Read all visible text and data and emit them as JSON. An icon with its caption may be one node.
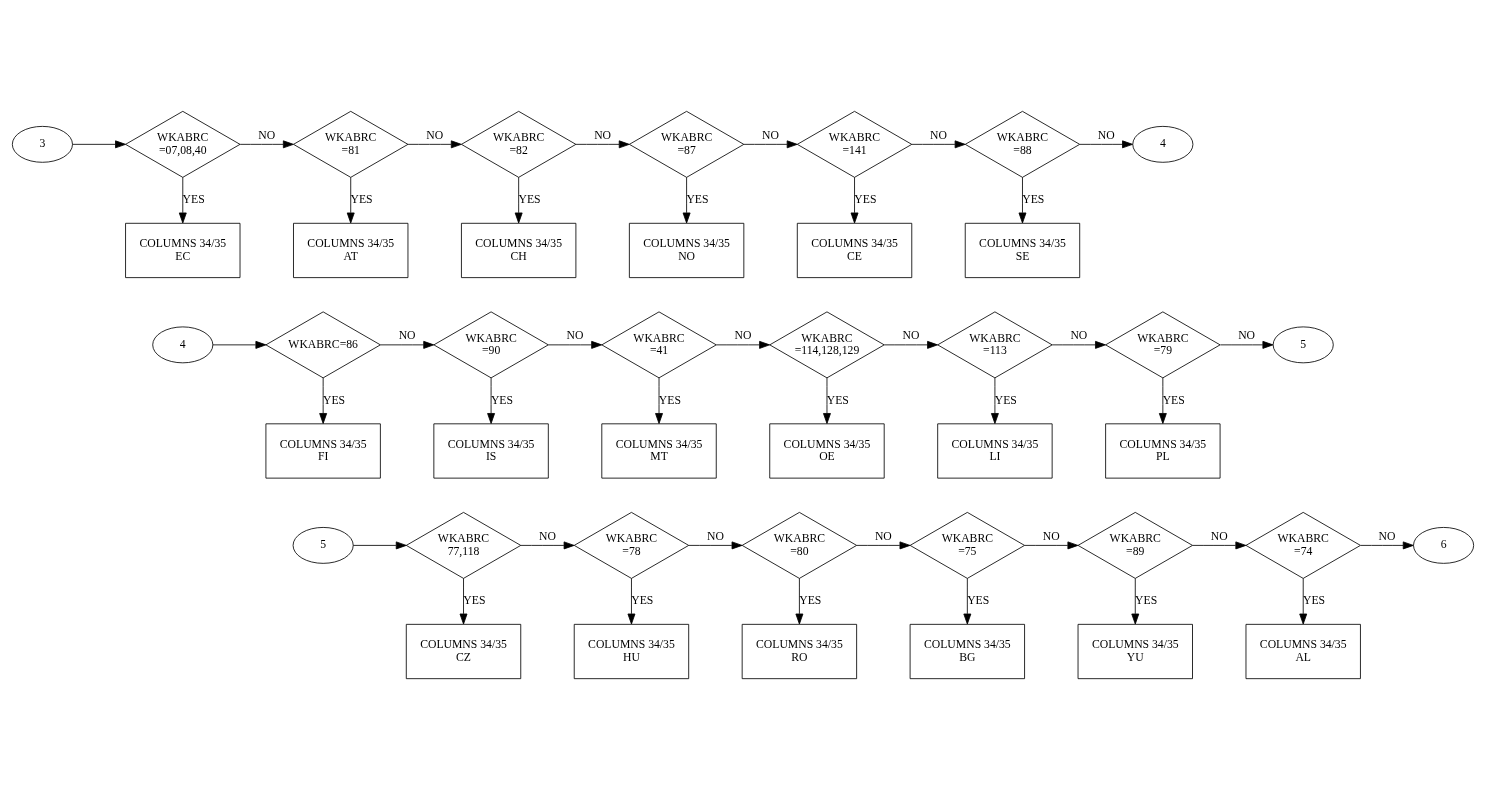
{
  "diagram": {
    "nodes": [
      {
        "text": [
          "3"
        ]
      },
      {
        "text": [
          "WKABRC =07,08,40"
        ]
      },
      {
        "text": [
          "WKABRC =81"
        ]
      },
      {
        "text": [
          "WKABRC =82"
        ]
      },
      {
        "text": [
          "WKABRC =87"
        ]
      },
      {
        "text": [
          "WKABRC =141"
        ]
      },
      {
        "text": [
          "WKABRC =88"
        ]
      },
      {
        "text": [
          "4"
        ]
      },
      {
        "text": [
          "COLUMNS 34/35 EC"
        ]
      },
      {
        "text": [
          "COLUMNS 34/35 AT"
        ]
      },
      {
        "text": [
          "COLUMNS 34/35 CH"
        ]
      },
      {
        "text": [
          "COLUMNS 34/35 NO"
        ]
      },
      {
        "text": [
          "COLUMNS 34/35 CE"
        ]
      },
      {
        "text": [
          "COLUMNS 34/35 SE"
        ]
      },
      {
        "text": [
          "4"
        ]
      },
      {
        "text": [
          "WKABRC=86"
        ]
      },
      {
        "text": [
          "WKABRC =90"
        ]
      },
      {
        "text": [
          "WKABRC =41"
        ]
      },
      {
        "text": [
          "WKABRC =114,128,129"
        ]
      },
      {
        "text": [
          "WKABRC =113"
        ]
      },
      {
        "text": [
          "WKABRC =79"
        ]
      },
      {
        "text": [
          "5"
        ]
      },
      {
        "text": [
          "COLUMNS 34/35 FI"
        ]
      },
      {
        "text": [
          "COLUMNS 34/35 IS"
        ]
      },
      {
        "text": [
          "COLUMNS 34/35 MT"
        ]
      },
      {
        "text": [
          "COLUMNS 34/35 OE"
        ]
      },
      {
        "text": [
          "COLUMNS 34/35 LI"
        ]
      },
      {
        "text": [
          "COLUMNS 34/35 PL"
        ]
      },
      {
        "text": [
          "5"
        ]
      },
      {
        "text": [
          "WKABRC 77,118"
        ]
      },
      {
        "text": [
          "WKABRC =78"
        ]
      },
      {
        "text": [
          "WKABRC =80"
        ]
      },
      {
        "text": [
          "WKABRC =75"
        ]
      },
      {
        "text": [
          "WKABRC =89"
        ]
      },
      {
        "text": [
          "WKABRC =74"
        ]
      },
      {
        "text": [
          "6"
        ]
      },
      {
        "text": [
          "COLUMNS 34/35 CZ"
        ]
      },
      {
        "text": [
          "COLUMNS 34/35 HU"
        ]
      },
      {
        "text": [
          "COLUMNS 34/35 RO"
        ]
      },
      {
        "text": [
          "COLUMNS 34/35 BG"
        ]
      },
      {
        "text": [
          "COLUMNS 34/35 YU"
        ]
      },
      {
        "text": [
          "COLUMNS 34/35 AL"
        ]
      }
    ],
    "edges": [
      {
        "from": 0,
        "to": 1,
        "arrow": "to"
      },
      {
        "from": 1,
        "to": 2,
        "arrow": "to",
        "label": "NO"
      },
      {
        "from": 2,
        "to": 3,
        "arrow": "to",
        "label": "NO"
      },
      {
        "from": 3,
        "to": 4,
        "arrow": "to",
        "label": "NO"
      },
      {
        "from": 4,
        "to": 5,
        "arrow": "to",
        "label": "NO"
      },
      {
        "from": 5,
        "to": 6,
        "arrow": "to",
        "label": "NO"
      },
      {
        "from": 6,
        "to": 7,
        "arrow": "to",
        "label": "NO"
      },
      {
        "from": 1,
        "to": 8,
        "arrow": "to",
        "label": "YES"
      },
      {
        "from": 2,
        "to": 9,
        "arrow": "to",
        "label": "YES"
      },
      {
        "from": 3,
        "to": 10,
        "arrow": "to",
        "label": "YES"
      },
      {
        "from": 4,
        "to": 11,
        "arrow": "to",
        "label": "YES"
      },
      {
        "from": 5,
        "to": 12,
        "arrow": "to",
        "label": "YES"
      },
      {
        "from": 6,
        "to": 13,
        "arrow": "to",
        "label": "YES"
      },
      {
        "from": 14,
        "to": 15,
        "arrow": "to"
      },
      {
        "from": 15,
        "to": 16,
        "arrow": "to",
        "label": "NO"
      },
      {
        "from": 16,
        "to": 17,
        "arrow": "to",
        "label": "NO"
      },
      {
        "from": 17,
        "to": 18,
        "arrow": "to",
        "label": "NO"
      },
      {
        "from": 18,
        "to": 19,
        "arrow": "to",
        "label": "NO"
      },
      {
        "from": 19,
        "to": 20,
        "arrow": "to",
        "label": "NO"
      },
      {
        "from": 20,
        "to": 21,
        "arrow": "to",
        "label": "NO"
      },
      {
        "from": 15,
        "to": 22,
        "arrow": "to",
        "label": "YES"
      },
      {
        "from": 16,
        "to": 23,
        "arrow": "to",
        "label": "YES"
      },
      {
        "from": 17,
        "to": 24,
        "arrow": "to",
        "label": "YES"
      },
      {
        "from": 18,
        "to": 25,
        "arrow": "to",
        "label": "YES"
      },
      {
        "from": 19,
        "to": 26,
        "arrow": "to",
        "label": "YES"
      },
      {
        "from": 20,
        "to": 27,
        "arrow": "to",
        "label": "YES"
      },
      {
        "from": 28,
        "to": 29,
        "arrow": "to"
      },
      {
        "from": 29,
        "to": 30,
        "arrow": "to",
        "label": "NO"
      },
      {
        "from": 30,
        "to": 31,
        "arrow": "to",
        "label": "NO"
      },
      {
        "from": 31,
        "to": 32,
        "arrow": "to",
        "label": "NO"
      },
      {
        "from": 32,
        "to": 33,
        "arrow": "to",
        "label": "NO"
      },
      {
        "from": 33,
        "to": 34,
        "arrow": "to",
        "label": "NO"
      },
      {
        "from": 34,
        "to": 35,
        "arrow": "to",
        "label": "NO"
      },
      {
        "from": 29,
        "to": 36,
        "arrow": "to",
        "label": "YES"
      },
      {
        "from": 30,
        "to": 37,
        "arrow": "to",
        "label": "YES"
      },
      {
        "from": 31,
        "to": 38,
        "arrow": "to",
        "label": "YES"
      },
      {
        "from": 32,
        "to": 39,
        "arrow": "to",
        "label": "YES"
      },
      {
        "from": 33,
        "to": 40,
        "arrow": "to",
        "label": "YES"
      },
      {
        "from": 34,
        "to": 41,
        "arrow": "to",
        "label": "YES"
      }
    ]
  }
}
